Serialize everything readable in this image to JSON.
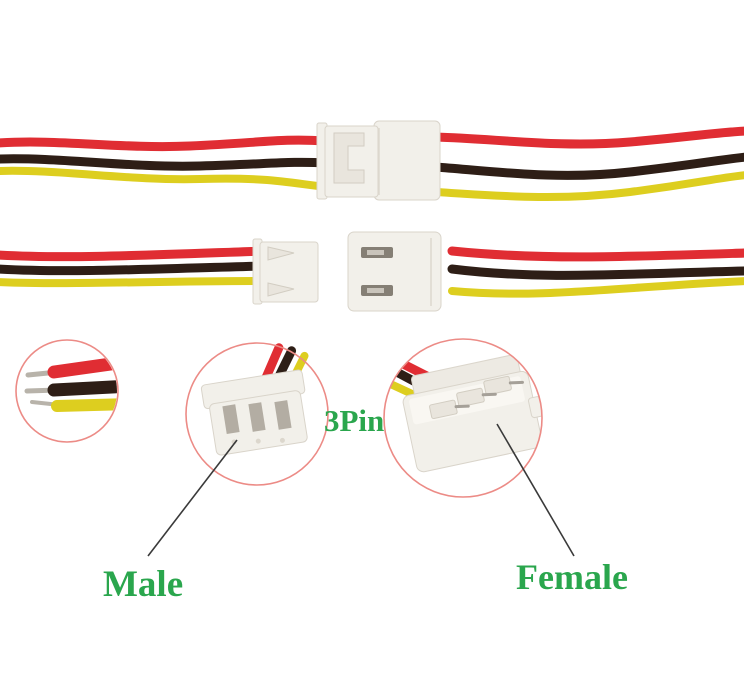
{
  "labels": {
    "pin_count": "3Pin",
    "male": "Male",
    "female": "Female"
  },
  "colors": {
    "background": "#ffffff",
    "label_green": "#2aa64d",
    "wire_red": "#e02d33",
    "wire_black": "#2e1e16",
    "wire_yellow": "#ddce1f",
    "connector_white": "#f2f0ea",
    "callout_circle_red": "#ec8b86",
    "pointer_line": "#3a3a3a",
    "tinned_tip_silver": "#b8b3aa"
  },
  "scene": {
    "description": "Product photo of a 3-pin wire connector cable set with red, black and yellow leads",
    "rows": [
      {
        "name": "mated-connector-pair",
        "detail": "male plug inserted into female housing, wires exiting both sides"
      },
      {
        "name": "separated-connectors",
        "detail": "male plug on left, female housing with metal contacts on right"
      },
      {
        "name": "callout-closeups",
        "detail": "stripped tinned wire ends, male connector face, female connector pins"
      }
    ],
    "wire_colors": [
      "red",
      "black",
      "yellow"
    ]
  }
}
